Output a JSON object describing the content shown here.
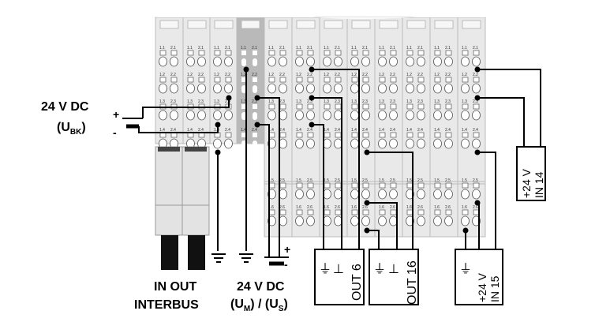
{
  "supply_bk": {
    "voltage": "24 V DC",
    "sym_u": "(U",
    "sym_sub": "BK",
    "sym_close": ")",
    "plus": "+",
    "minus": "-"
  },
  "supply_m_s": {
    "voltage": "24 V DC",
    "m_open": "(U",
    "m_sub": "M",
    "m_close": ")",
    "sep": " / ",
    "s_open": "(U",
    "s_sub": "S",
    "s_close": ")",
    "plus": "+",
    "minus": "-"
  },
  "interbus": {
    "line1": "IN OUT",
    "line2": "INTERBUS"
  },
  "terminal_labels": [
    "1.1",
    "2.1",
    "1.2",
    "2.2",
    "1.3",
    "2.3",
    "1.4",
    "2.4",
    "1.5",
    "2.5",
    "1.6",
    "2.6"
  ],
  "boxes": {
    "out6": {
      "label": "OUT 6",
      "gnd": "⏚",
      "perp": "⊥"
    },
    "out16": {
      "label": "OUT 16",
      "gnd": "⏚",
      "perp": "⊥"
    },
    "in15": {
      "line1": "+24 V",
      "line2": "IN 15",
      "gnd": "⏚"
    },
    "in14": {
      "line1": "+24 V",
      "line2": "IN 14"
    }
  },
  "colors": {
    "stroke": "#000000",
    "module_fill": "#e9e9e9",
    "module_edge": "#bcbcbc",
    "power_module": "#b9b9b9"
  }
}
